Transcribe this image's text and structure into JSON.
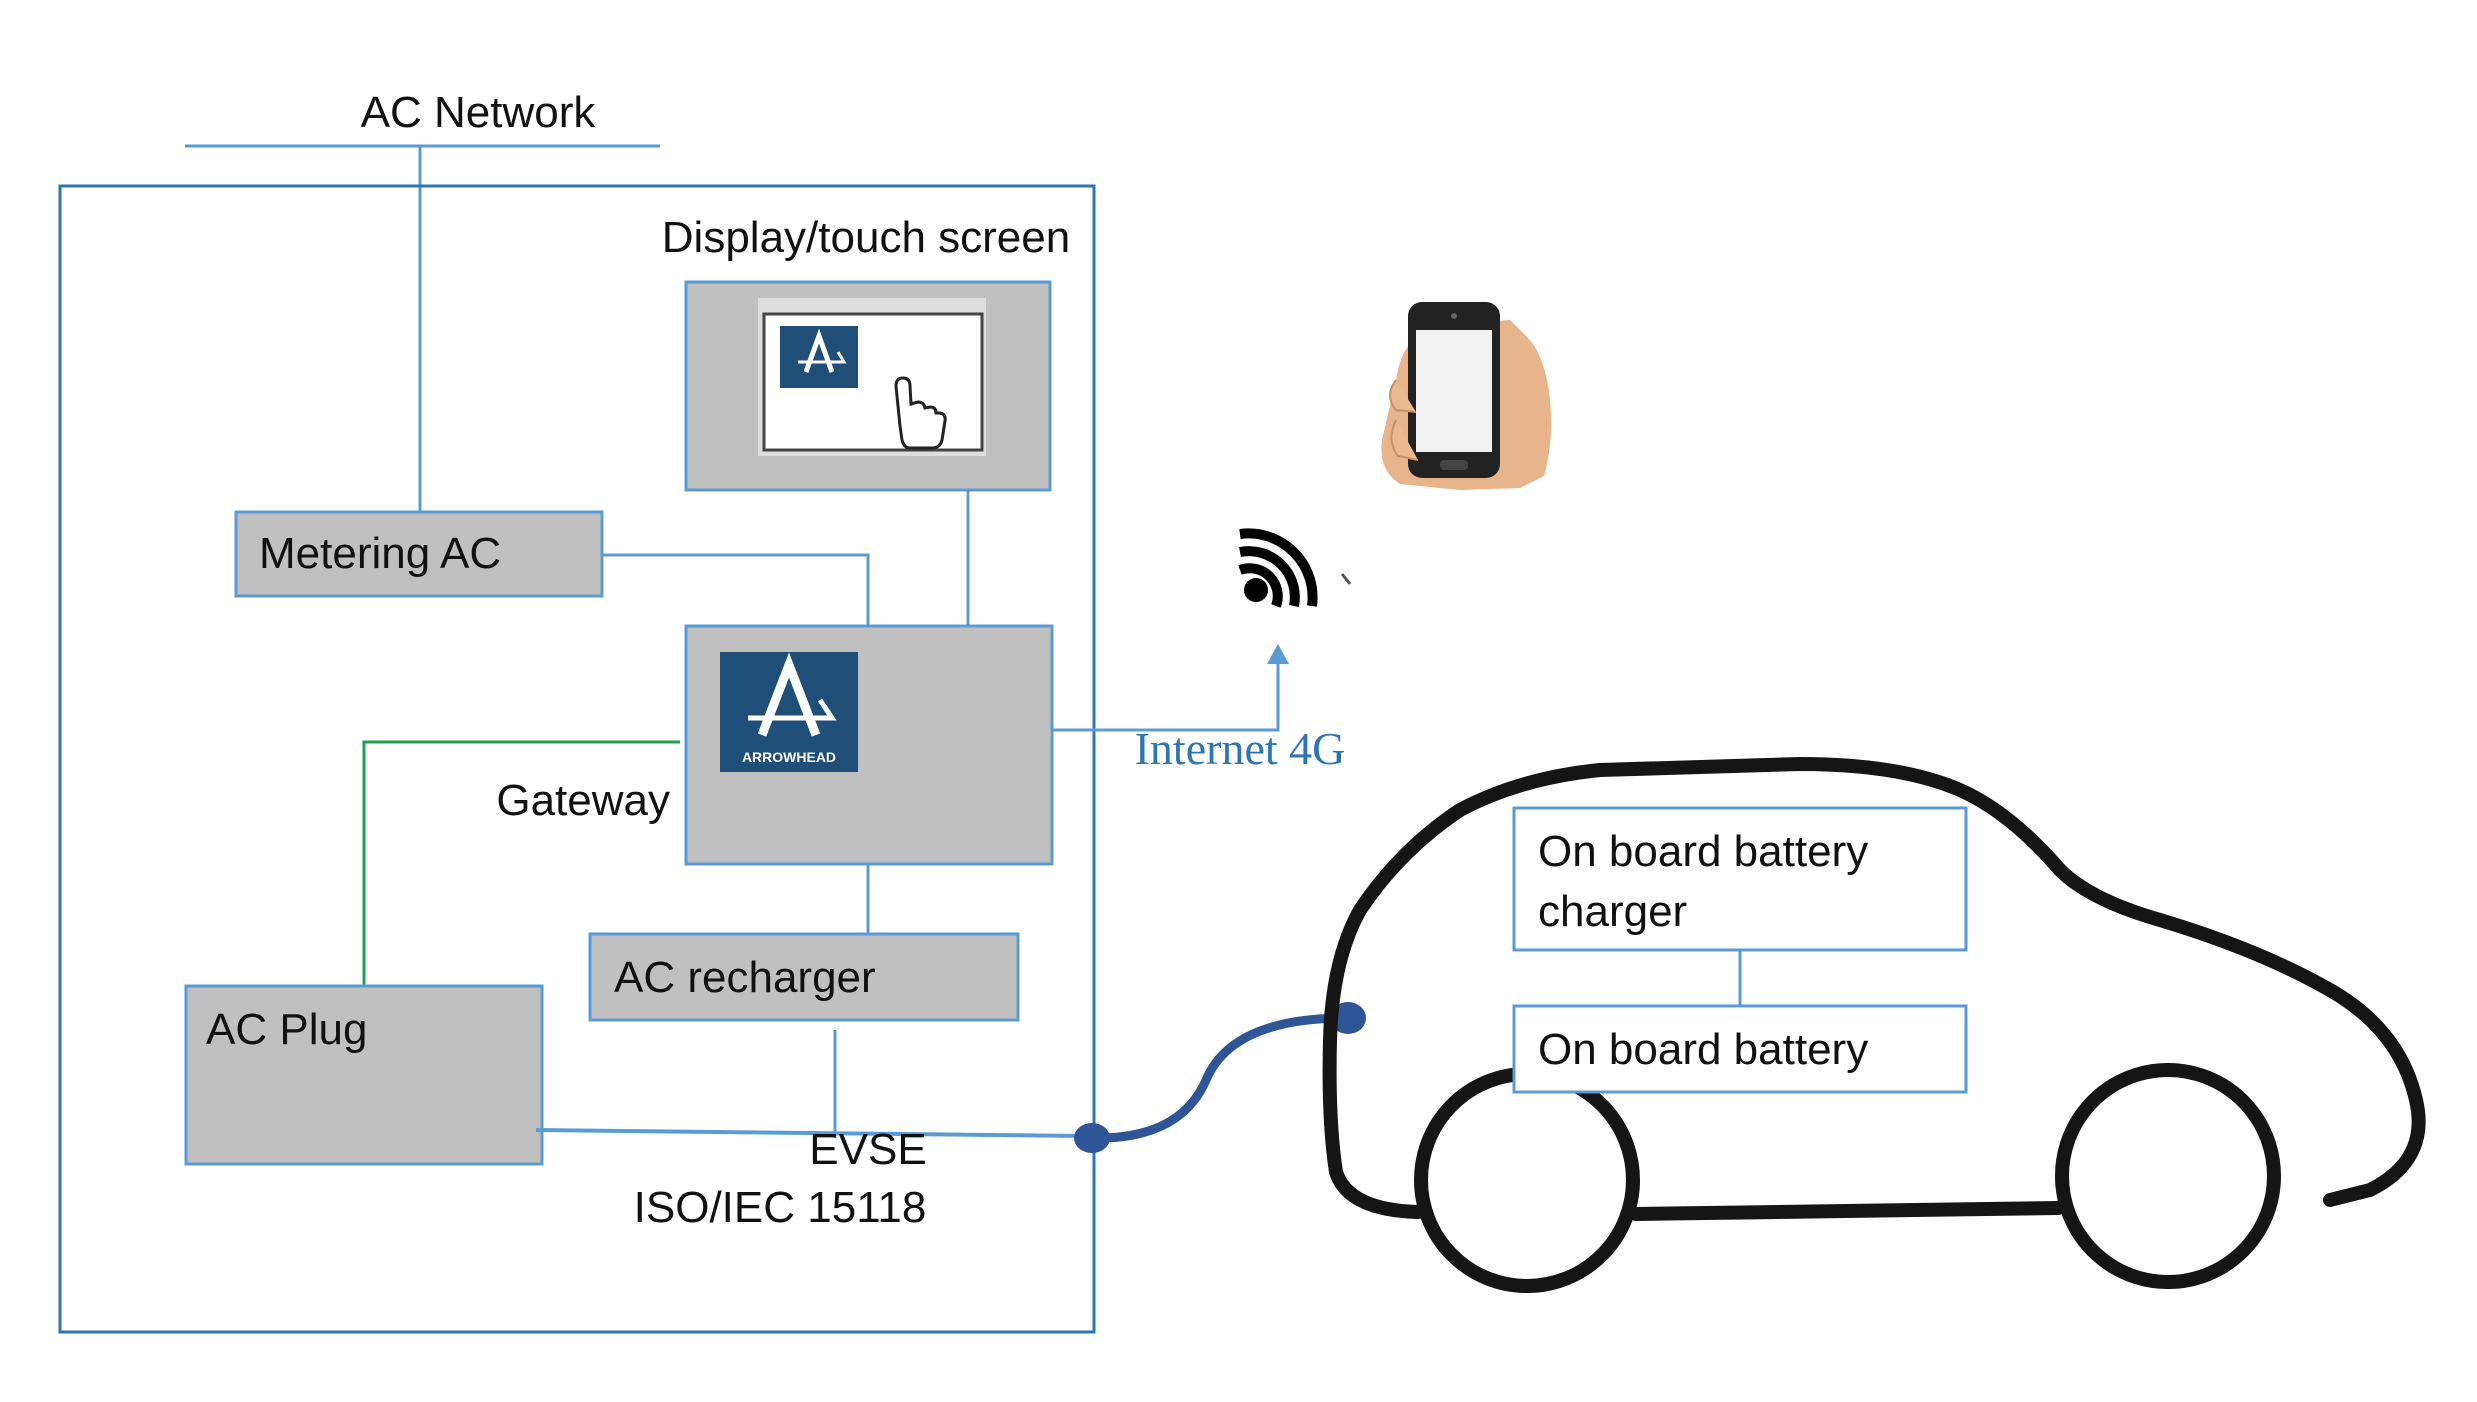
{
  "labels": {
    "ac_network": "AC Network",
    "display": "Display/touch  screen",
    "metering": "Metering AC",
    "gateway": "Gateway",
    "ac_recharger": "AC recharger",
    "ac_plug": "AC  Plug",
    "evse": "EVSE",
    "iso": "ISO/IEC 15118",
    "internet": "Internet 4G",
    "charger_line1": "On board battery",
    "charger_line2": "charger",
    "battery": "On board battery"
  },
  "logo": {
    "brand": "ARROWHEAD"
  },
  "colors": {
    "box_fill": "#c0c0c0",
    "box_border": "#5b9bd5",
    "connector_line": "#5b9bd5",
    "green_line": "#22a050",
    "cable": "#2f5597",
    "logo_bg": "#1f4e79",
    "internet_text": "#2e75b6"
  },
  "icons": [
    "smartphone-in-hand-icon",
    "wireless-signal-icon",
    "hand-pointer-icon",
    "car-outline-icon"
  ]
}
